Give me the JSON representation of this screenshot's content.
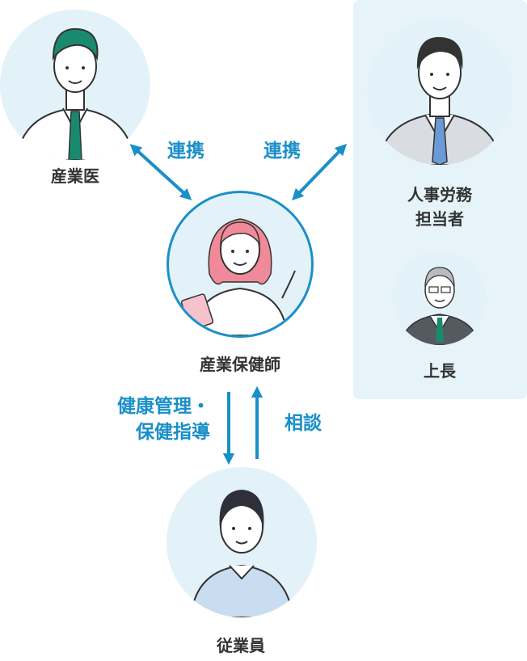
{
  "nodes": {
    "occupational_physician": "産業医",
    "hr_staff": "人事労務\n担当者",
    "supervisor": "上長",
    "public_health_nurse": "産業保健師",
    "employee": "従業員"
  },
  "relations": {
    "cooperation_left": "連携",
    "cooperation_right": "連携",
    "health_guidance": "健康管理・\n保健指導",
    "consultation": "相談"
  },
  "colors": {
    "accent": "#1a8fc9",
    "avatar_bg": "#e3f2f8",
    "panel_bg": "#e6f3f8",
    "label_text": "#333333"
  }
}
